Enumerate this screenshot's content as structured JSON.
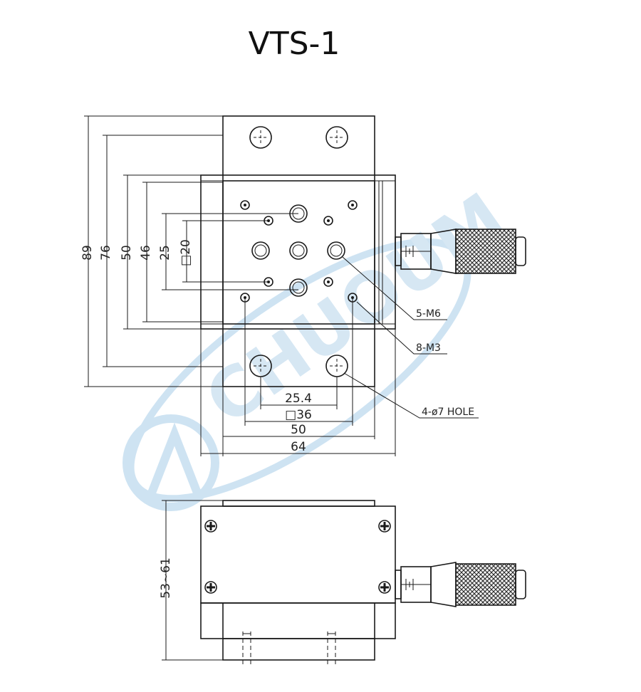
{
  "title": "VTS-1",
  "dimensions": {
    "height_89": "89",
    "height_76": "76",
    "height_50": "50",
    "height_46": "46",
    "height_25": "25",
    "square_20": "□20",
    "width_25_4": "25.4",
    "square_36": "□36",
    "width_50": "50",
    "width_64": "64",
    "height_range": "53~61"
  },
  "callouts": {
    "m6": "5-M6",
    "m3": "8-M3",
    "hole": "4-ø7 HOLE"
  },
  "watermark": {
    "text": "CHUOUM",
    "color": "#bcd8ec"
  }
}
